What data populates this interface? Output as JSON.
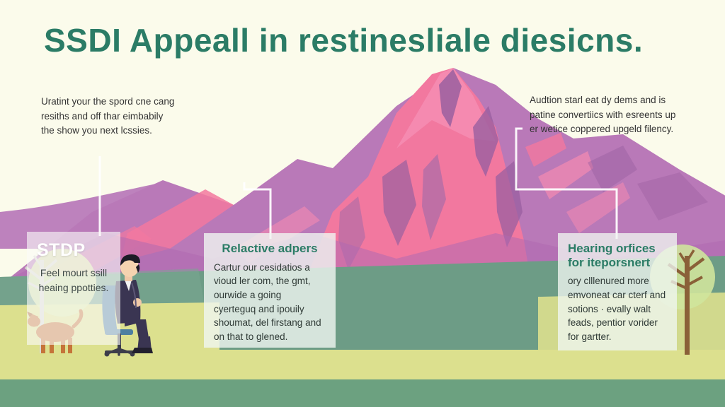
{
  "title": "SSDI Appeall in restinesliale diesicns.",
  "annotations": {
    "left": "Uratint your the spord cne cang resiths and off thar eimbabily the show you next lcssies.",
    "right": "Audtion starl eat dy dems and is patine convertiics with esreents up er wetice coppered upgeld filency."
  },
  "cards": [
    {
      "id": "stdp",
      "title": "STDP",
      "body": "Feel mourt ssill heaing ppotties."
    },
    {
      "id": "relactive",
      "title": "Relactive adpers",
      "body": "Cartur our cesidatios a vioud ler com, the gmt, ourwide a going cyerteguq and ipouily shoumat, del firstang and on that to glened."
    },
    {
      "id": "hearing",
      "title": "Hearing orfices for iteporsnert",
      "body": "ory clllenured more emvoneat car cterf and sotions · evally walt feads, pentior vorider for gartter."
    }
  ],
  "colors": {
    "background": "#fbfbeb",
    "title_teal": "#2b7c66",
    "mountain_pink": "#f2789f",
    "mountain_pink_light": "#f58ab0",
    "mountain_purple": "#b979b8",
    "mountain_purple_dark": "#9a5fa0",
    "band_sage": "#6d9c86",
    "band_lime": "#dce08e",
    "band_green_dark": "#6ca180",
    "tree_canopy": "#d7e6a0",
    "tree_trunk": "#8a6038",
    "dog_brown": "#c57439",
    "suit_navy": "#3a3552",
    "chair_blue": "#4d7fa0",
    "connector_white": "#ffffff"
  },
  "scene": {
    "figures": [
      {
        "name": "seated-person",
        "description": "person in navy suit on office chair"
      },
      {
        "name": "dog",
        "description": "orange-brown dog standing"
      },
      {
        "name": "bare-tree-left",
        "description": "pale bare tree"
      },
      {
        "name": "bare-tree-right",
        "description": "brown bare tree with green canopy"
      }
    ]
  }
}
